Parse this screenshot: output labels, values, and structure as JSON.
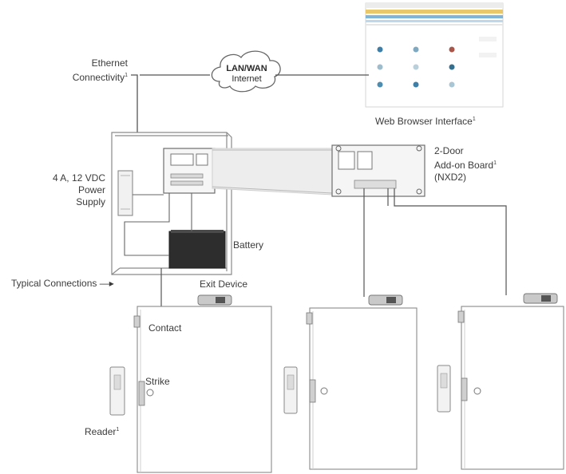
{
  "labels": {
    "ethernet_line1": "Ethernet",
    "ethernet_line2": "Connectivity",
    "ethernet_sup": "1",
    "cloud_line1": "LAN/WAN",
    "cloud_line2": "Internet",
    "web_browser": "Web Browser Interface",
    "web_browser_sup": "1",
    "addon_line1": "2-Door",
    "addon_line2": "Add-on Board",
    "addon_sup": "1",
    "addon_line3": "(NXD2)",
    "power_line1": "4 A, 12 VDC",
    "power_line2": "Power",
    "power_line3": "Supply",
    "battery": "Battery",
    "typical": "Typical Connections —▸",
    "exit_device": "Exit Device",
    "contact": "Contact",
    "strike": "Strike",
    "reader": "Reader",
    "reader_sup": "1"
  },
  "colors": {
    "line": "#555555",
    "box": "#8a8a8a",
    "battery": "#2d2d2d",
    "browser_bar_top": "#e8c86a",
    "browser_bar_mid": "#7fb6d8",
    "browser_icon": "#3d7fa6"
  }
}
